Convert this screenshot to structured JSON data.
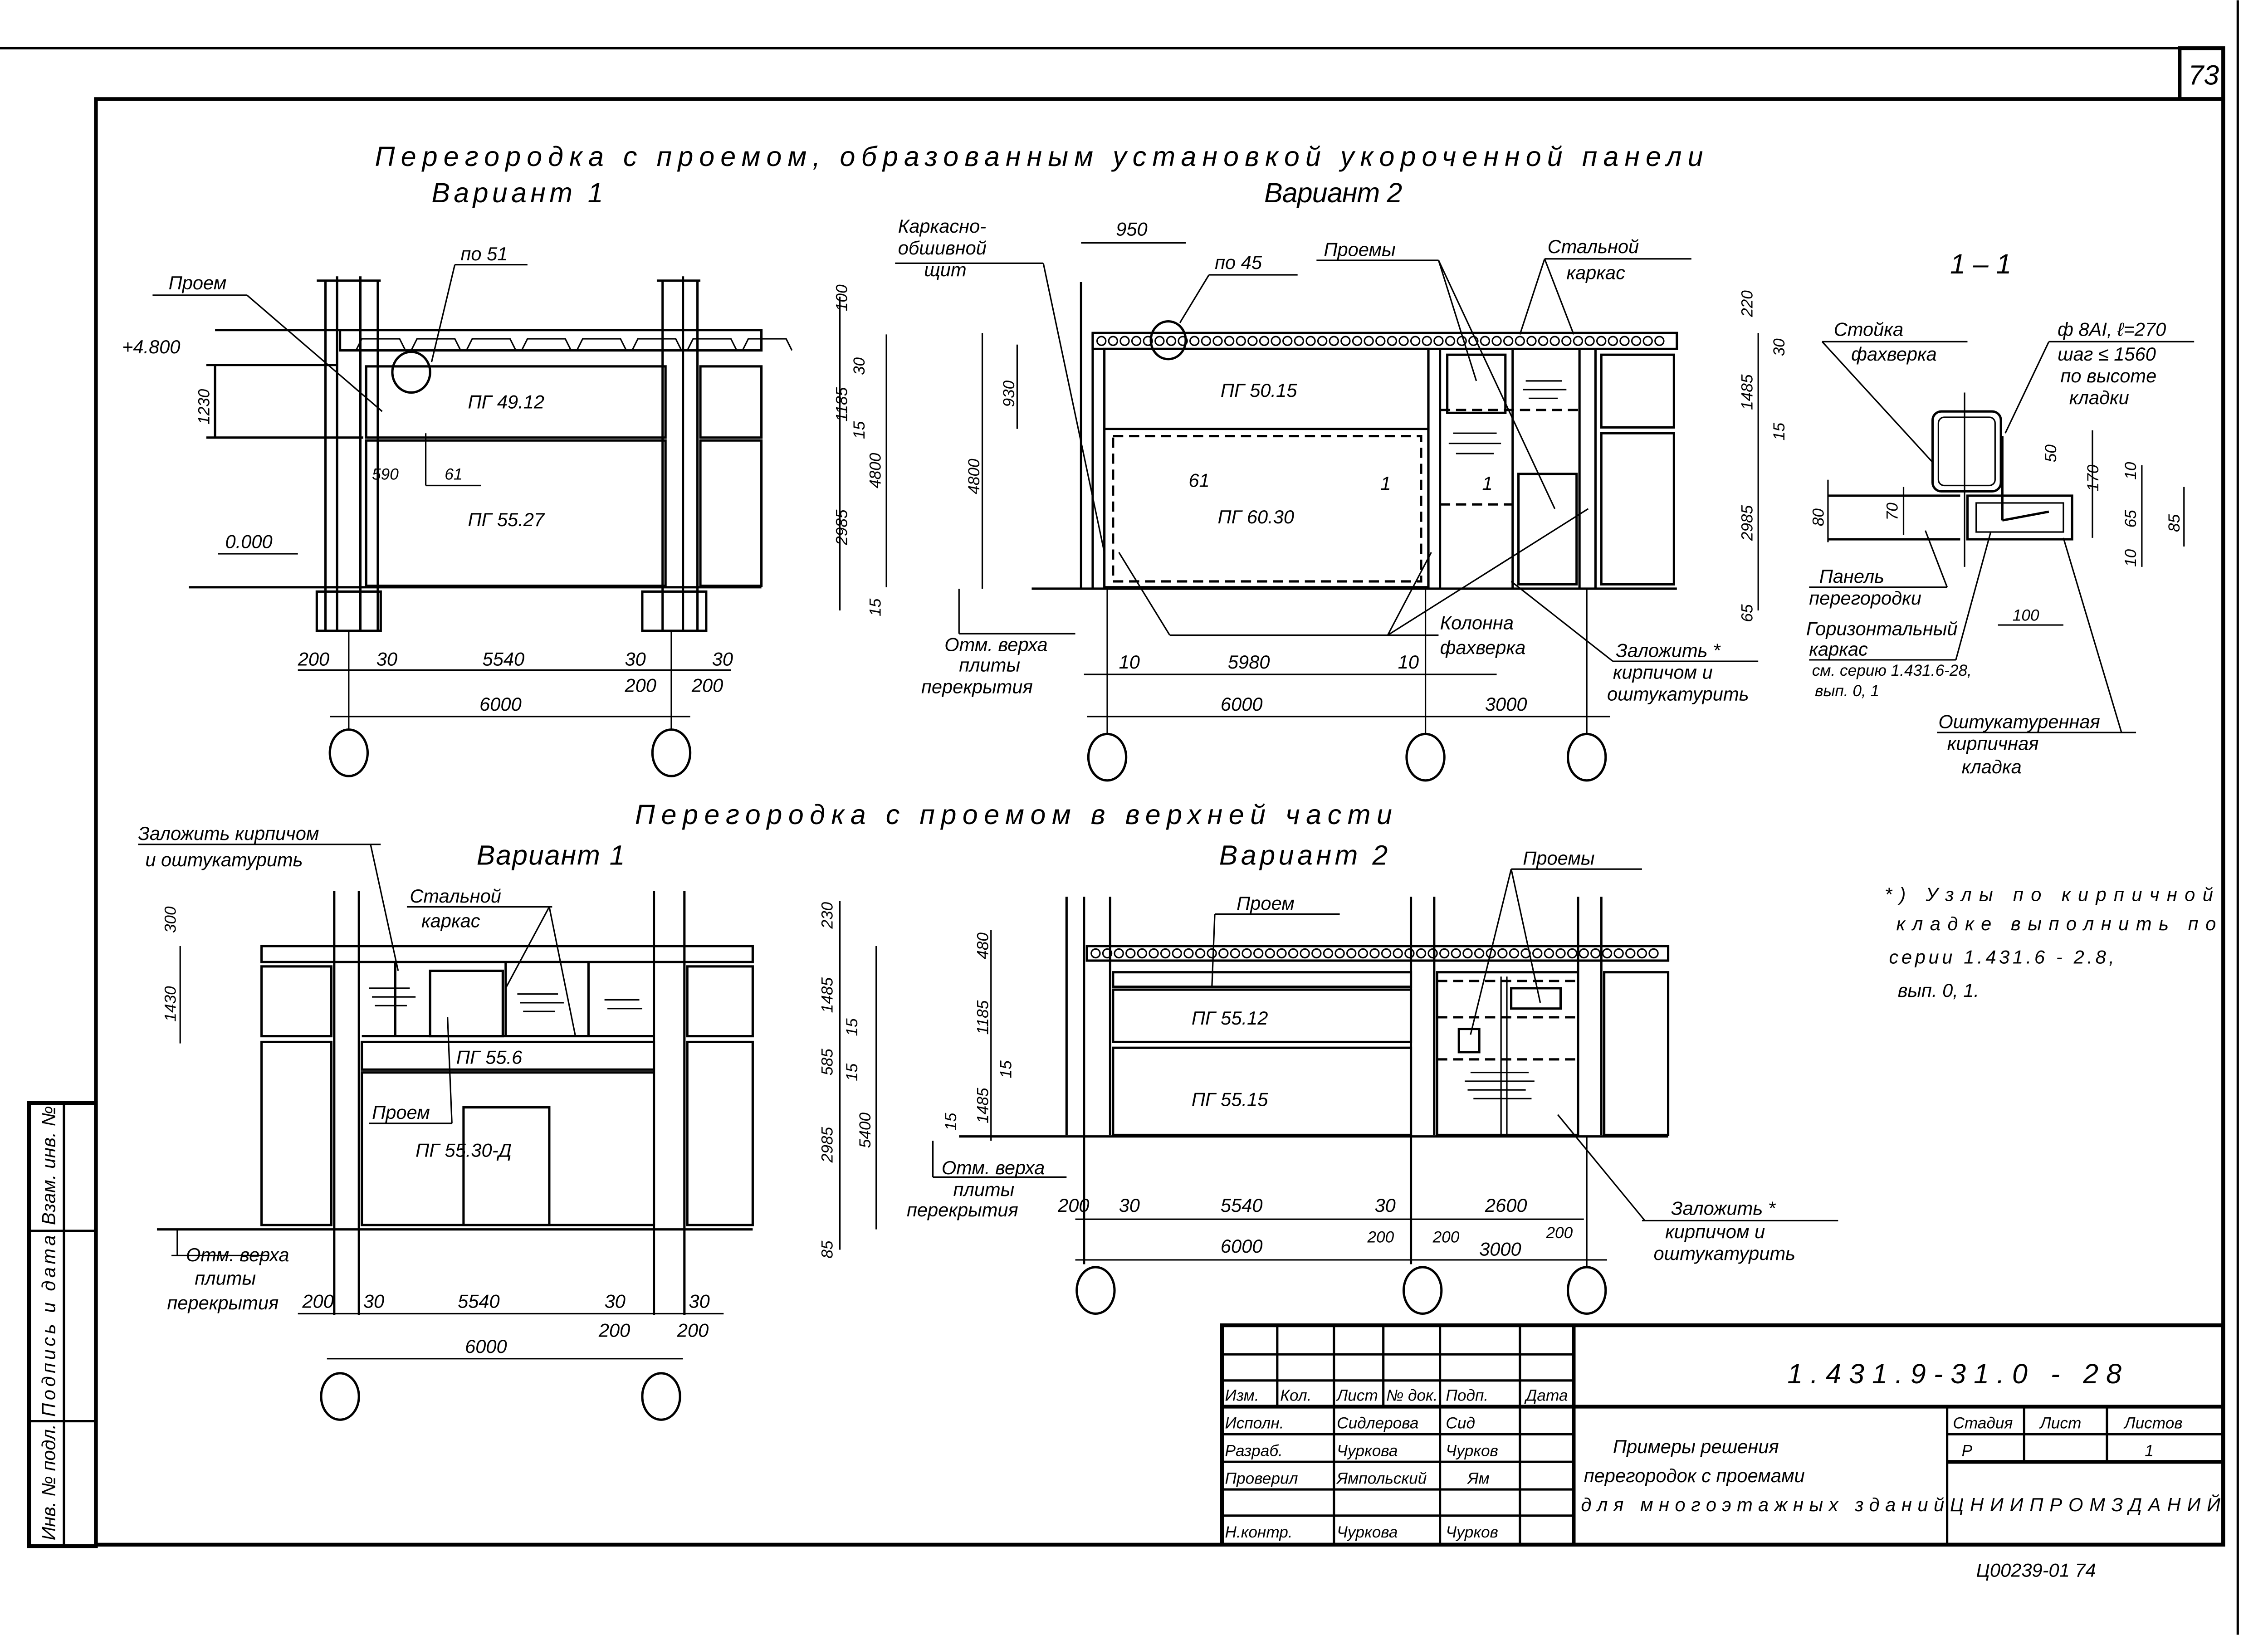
{
  "sheet_number": "73",
  "section_top": {
    "title": "Перегородка с проемом, образованным установкой укороченной панели",
    "variant1": "Вариант 1",
    "variant2": "Вариант 2"
  },
  "drawing_top_v1": {
    "opening_label": "Проем",
    "node_ref": "по 51",
    "level_top": "+4.800",
    "level_zero": "0.000",
    "panel_upper": "ПГ 49.12",
    "panel_lower": "ПГ 55.27",
    "dim_1230": "1230",
    "dim_590": "590",
    "ref_61": "61",
    "right_dims": [
      "100",
      "30",
      "1185",
      "15",
      "4800",
      "2985",
      "15"
    ],
    "bottom_dims": [
      "200",
      "30",
      "5540",
      "30",
      "30",
      "200",
      "200"
    ],
    "axis_span": "6000"
  },
  "drawing_top_v2": {
    "frame_label": [
      "Каркасно-",
      "обшивной",
      "щит"
    ],
    "dim_950": "950",
    "node_ref": "по 45",
    "openings_label": "Проемы",
    "steel_frame_label": [
      "Стальной",
      "каркас"
    ],
    "panel_upper": "ПГ 50.15",
    "panel_lower": "ПГ 60.30",
    "ref_61": "61",
    "section_mark": "1",
    "left_dims": [
      "930",
      "4800"
    ],
    "right_dims": [
      "220",
      "30",
      "1485",
      "15",
      "2985",
      "65"
    ],
    "slab_mark": [
      "Отм. верха",
      "плиты",
      "перекрытия"
    ],
    "column_label": [
      "Колонна",
      "фахверка"
    ],
    "fill_note": [
      "Заложить *",
      "кирпичом и",
      "оштукатурить"
    ],
    "bottom_dims": [
      "10",
      "5980",
      "10"
    ],
    "axis_spans": [
      "6000",
      "3000"
    ]
  },
  "section_1_1": {
    "title": "1 – 1",
    "post_label": [
      "Стойка",
      "фахверка"
    ],
    "rebar_label": [
      "ф 8AI, ℓ=270",
      "шаг ≤ 1560",
      "по высоте",
      "кладки"
    ],
    "dims": [
      "80",
      "70",
      "50",
      "170",
      "10",
      "65",
      "10",
      "85",
      "100"
    ],
    "panel_label": [
      "Панель",
      "перегородки"
    ],
    "frame_label": [
      "Горизонтальный",
      "каркас",
      "см. серию 1.431.6-28,",
      "вып. 0, 1"
    ],
    "masonry_label": [
      "Оштукатуренная",
      "кирпичная",
      "кладка"
    ]
  },
  "section_bottom": {
    "title": "Перегородка с проемом в верхней части",
    "variant1": "Вариант 1",
    "variant2": "Вариант 2"
  },
  "drawing_bottom_v1": {
    "fill_note": [
      "Заложить кирпичом",
      "и оштукатурить"
    ],
    "steel_frame_label": [
      "Стальной",
      "каркас"
    ],
    "panel_upper": "ПГ 55.6",
    "opening_label": "Проем",
    "panel_lower": "ПГ 55.30-Д",
    "left_dims": [
      "300",
      "1430"
    ],
    "right_dims": [
      "230",
      "1485",
      "15",
      "585",
      "15",
      "5400",
      "2985",
      "85"
    ],
    "slab_mark": [
      "Отм. верха",
      "плиты",
      "перекрытия"
    ],
    "bottom_dims": [
      "200",
      "30",
      "5540",
      "30",
      "30",
      "200",
      "200"
    ],
    "axis_span": "6000"
  },
  "drawing_bottom_v2": {
    "opening_label": "Проем",
    "openings_label": "Проемы",
    "panel_upper": "ПГ 55.12",
    "panel_lower": "ПГ 55.15",
    "left_dims": [
      "480",
      "1185",
      "15",
      "1485",
      "15"
    ],
    "slab_mark": [
      "Отм. верха",
      "плиты",
      "перекрытия"
    ],
    "bottom_dims": [
      "200",
      "30",
      "5540",
      "30",
      "2600",
      "200",
      "200",
      "200"
    ],
    "axis_spans": [
      "6000",
      "3000"
    ],
    "fill_note": [
      "Заложить *",
      "кирпичом и",
      "оштукатурить"
    ]
  },
  "note": [
    "*) Узлы по кирпичной",
    "кладке выполнить по",
    "серии 1.431.6 - 2.8,",
    "вып. 0, 1."
  ],
  "side_stamp": [
    "Инв. № подл.",
    "Подпись и дата",
    "Взам. инв. №"
  ],
  "title_block": {
    "code": "1.431.9-31.0 - 28",
    "headers": [
      "Изм.",
      "Кол.",
      "Лист",
      "№ док.",
      "Подп.",
      "Дата"
    ],
    "roles": [
      {
        "role": "Исполн.",
        "name": "Сидлерова",
        "sign": "Сид"
      },
      {
        "role": "Разраб.",
        "name": "Чуркова",
        "sign": "Чурков"
      },
      {
        "role": "Проверил",
        "name": "Ямпольский",
        "sign": "Ям"
      },
      {
        "role": "Н.контр.",
        "name": "Чуркова",
        "sign": "Чурков"
      }
    ],
    "title": [
      "Примеры решения",
      "перегородок с проемами",
      "для многоэтажных зданий"
    ],
    "stage_headers": [
      "Стадия",
      "Лист",
      "Листов"
    ],
    "stage": "Р",
    "sheets": "1",
    "organization": "ЦНИИПРОМЗДАНИЙ"
  },
  "footer_code": "Ц00239-01   74"
}
